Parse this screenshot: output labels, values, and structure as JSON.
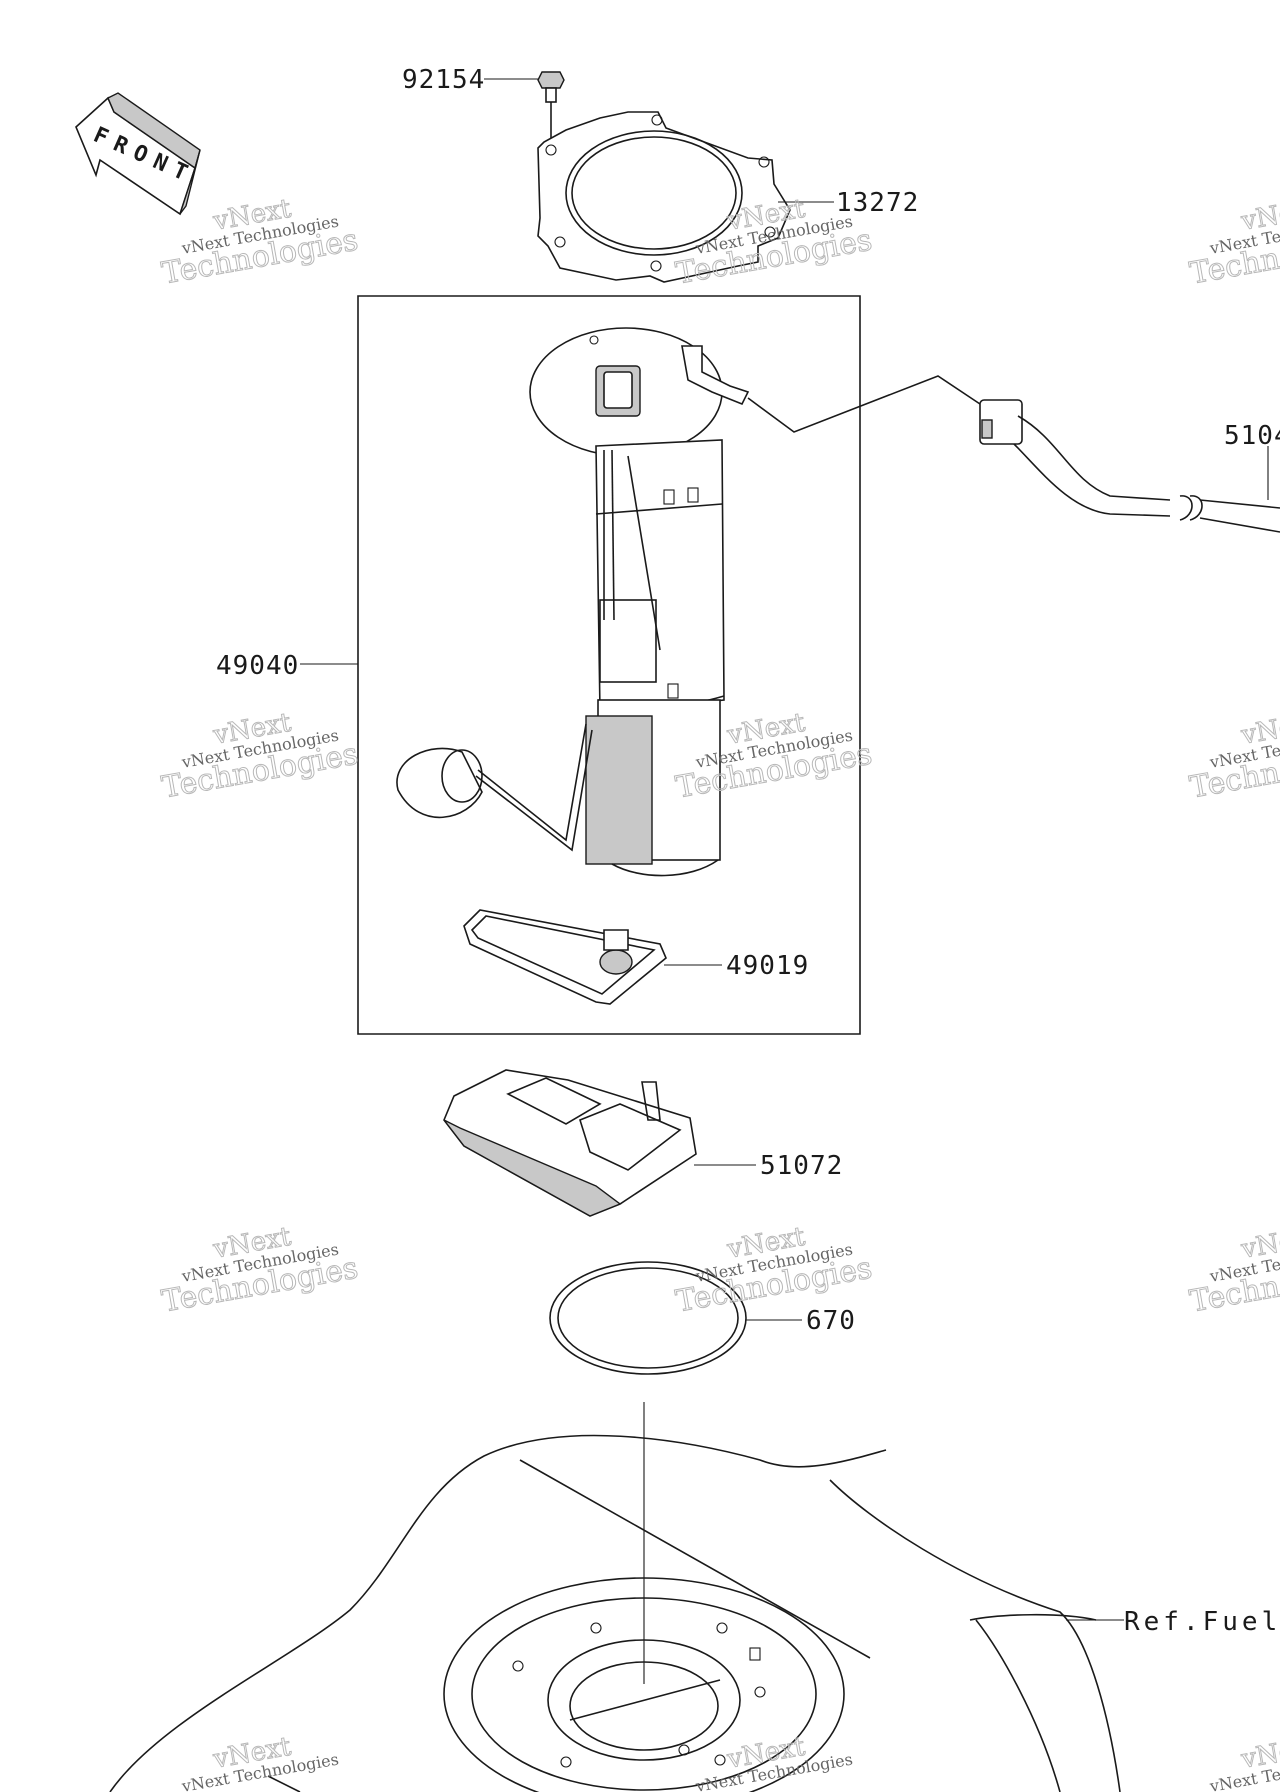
{
  "front_arrow": {
    "text": "FRONT"
  },
  "parts": {
    "bolt": "92154",
    "gasket": "13272",
    "pump_assy": "49040",
    "filter": "49019",
    "pump_holder": "51072",
    "oring": "670",
    "hose": "5104",
    "ref_tank": "Ref.Fuel T"
  },
  "watermark": {
    "line1": "vNext",
    "line2": "vNext Technologies",
    "line3": "Technologies"
  },
  "colors": {
    "line": "#1a1a1a",
    "watermark_outline": "#b8b8b8",
    "watermark_text": "#666666",
    "background": "#ffffff"
  }
}
